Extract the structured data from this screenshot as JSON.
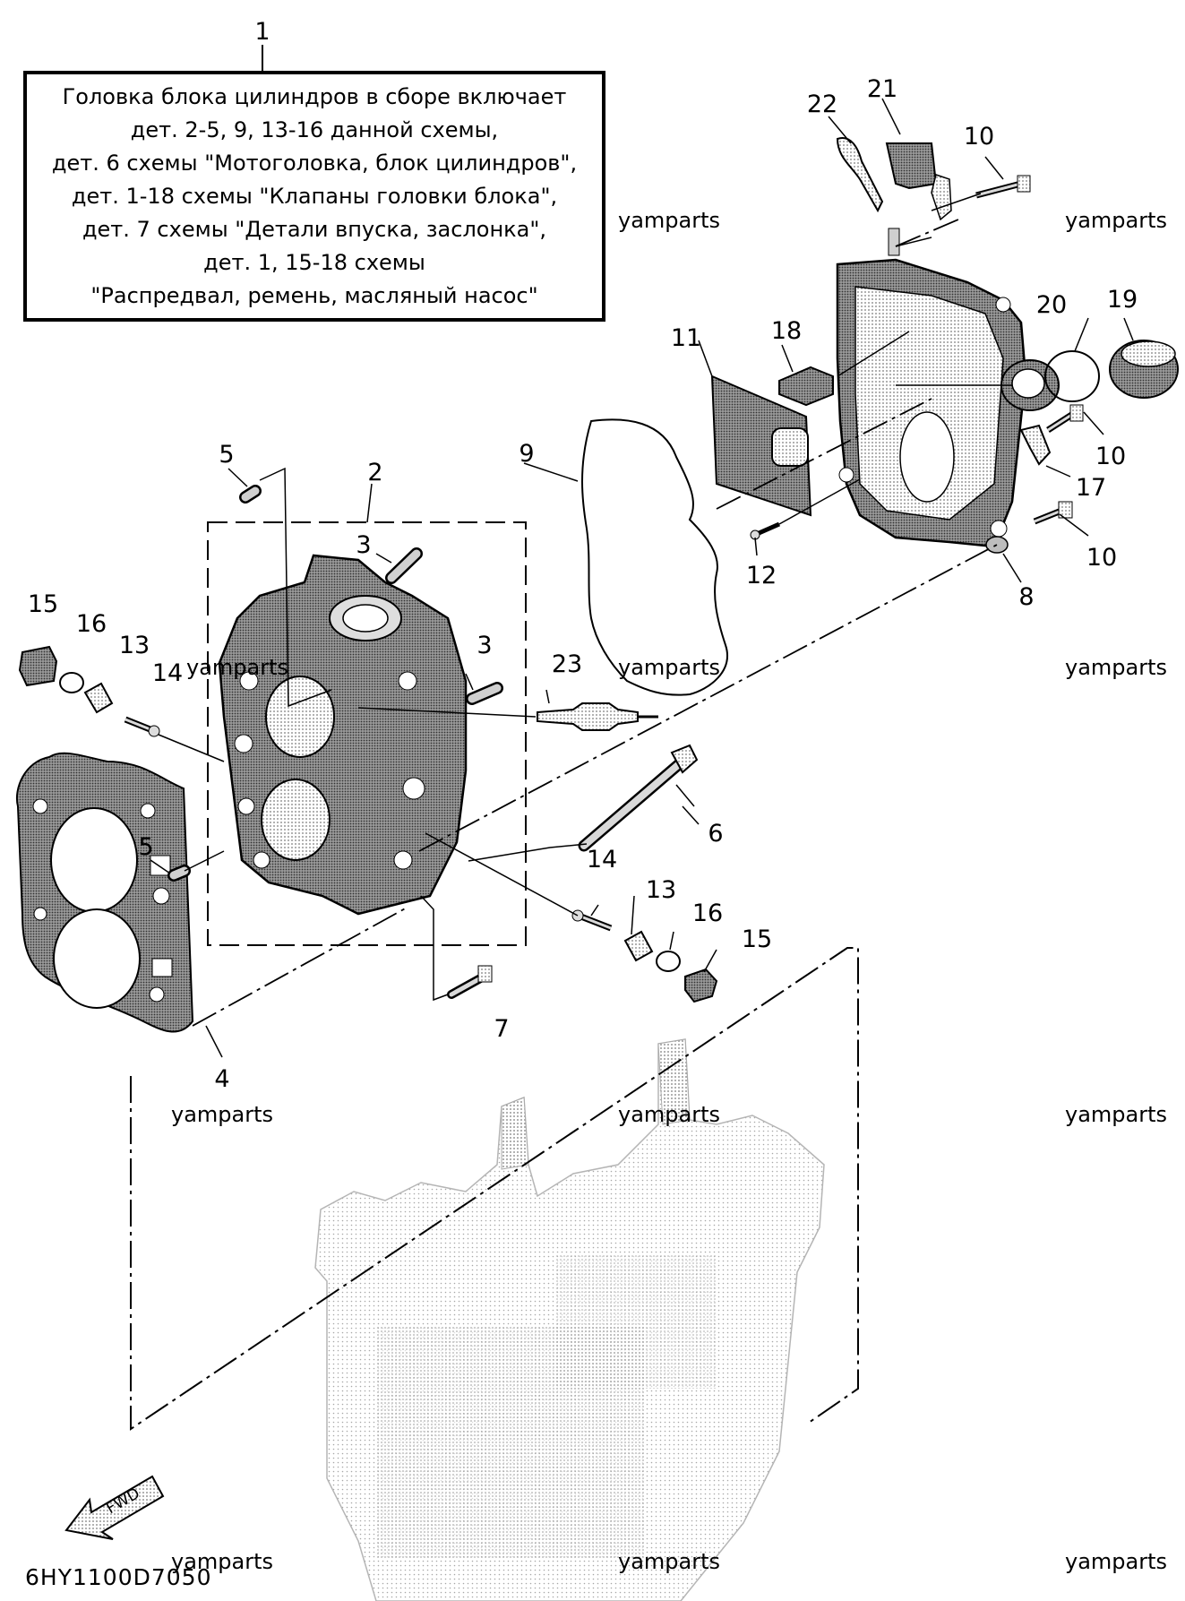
{
  "header": {
    "ref_number": "1",
    "note_lines": [
      "Головка блока цилиндров в сборе включает",
      "дет. 2-5, 9, 13-16 данной схемы,",
      "дет. 6 схемы \"Мотоголовка, блок цилиндров\",",
      "дет. 1-18 схемы \"Клапаны головки блока\",",
      "дет. 7 схемы \"Детали впуска, заслонка\",",
      "дет. 1, 15-18 схемы",
      "\"Распредвал, ремень, масляный насос\""
    ]
  },
  "callouts": [
    {
      "id": "c22",
      "label": "22"
    },
    {
      "id": "c21",
      "label": "21"
    },
    {
      "id": "c10a",
      "label": "10"
    },
    {
      "id": "c20",
      "label": "20"
    },
    {
      "id": "c19",
      "label": "19"
    },
    {
      "id": "c11",
      "label": "11"
    },
    {
      "id": "c18",
      "label": "18"
    },
    {
      "id": "c10b",
      "label": "10"
    },
    {
      "id": "c17",
      "label": "17"
    },
    {
      "id": "c10c",
      "label": "10"
    },
    {
      "id": "c8",
      "label": "8"
    },
    {
      "id": "c12",
      "label": "12"
    },
    {
      "id": "c9",
      "label": "9"
    },
    {
      "id": "c5a",
      "label": "5"
    },
    {
      "id": "c2",
      "label": "2"
    },
    {
      "id": "c3a",
      "label": "3"
    },
    {
      "id": "c3b",
      "label": "3"
    },
    {
      "id": "c23",
      "label": "23"
    },
    {
      "id": "c15a",
      "label": "15"
    },
    {
      "id": "c16a",
      "label": "16"
    },
    {
      "id": "c13a",
      "label": "13"
    },
    {
      "id": "c14a",
      "label": "14"
    },
    {
      "id": "c5b",
      "label": "5"
    },
    {
      "id": "c6",
      "label": "6"
    },
    {
      "id": "c14b",
      "label": "14"
    },
    {
      "id": "c13b",
      "label": "13"
    },
    {
      "id": "c16b",
      "label": "16"
    },
    {
      "id": "c15b",
      "label": "15"
    },
    {
      "id": "c7",
      "label": "7"
    },
    {
      "id": "c4",
      "label": "4"
    }
  ],
  "watermarks": {
    "text": "yamparts"
  },
  "footer": {
    "diagram_code": "6HY1100D7050",
    "fwd_label": "FWD"
  },
  "colors": {
    "ink": "#000000",
    "shade_dark": "#5a5a5a",
    "shade_mid": "#8c8c8c",
    "shade_light": "#cfcfcf",
    "paper": "#ffffff"
  }
}
